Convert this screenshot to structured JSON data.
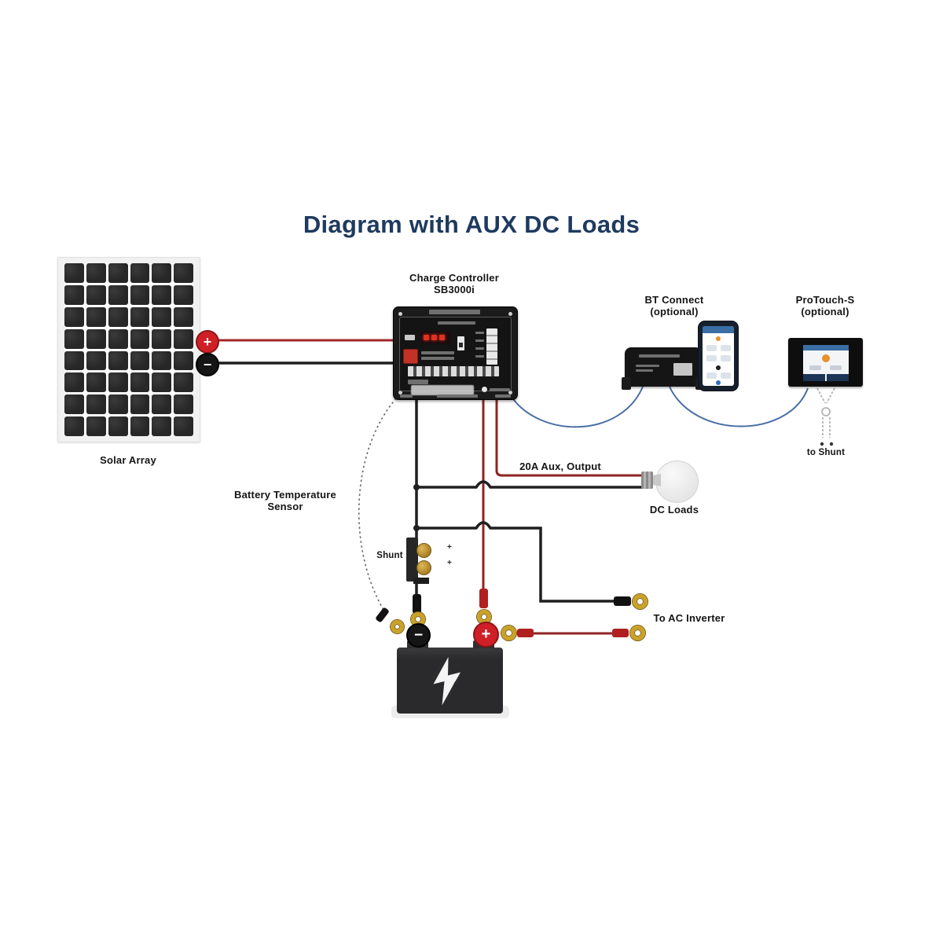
{
  "title": "Diagram with AUX DC Loads",
  "colors": {
    "title_navy": "#1e3a5f",
    "wire_red": "#8f2323",
    "wire_black": "#1f1f1f",
    "wire_blue": "#4a6fa5",
    "terminal_red": "#cf2027",
    "terminal_black": "#151515",
    "brass": "#c9a227",
    "led_red": "#e03020",
    "accent_orange": "#e8912d"
  },
  "solar_array": {
    "label": "Solar Array",
    "cols": 6,
    "rows": 8,
    "positive_symbol": "+",
    "negative_symbol": "−"
  },
  "charge_controller": {
    "label_line1": "Charge Controller",
    "label_line2": "SB3000i"
  },
  "bt_connect": {
    "label_line1": "BT Connect",
    "label_line2": "(optional)"
  },
  "protouch": {
    "label_line1": "ProTouch-S",
    "label_line2": "(optional)",
    "to_shunt_label": "to Shunt"
  },
  "aux_output": {
    "label": "20A Aux, Output"
  },
  "dc_loads": {
    "label": "DC Loads"
  },
  "battery_temp_sensor": {
    "label_line1": "Battery Temperature",
    "label_line2": "Sensor"
  },
  "shunt": {
    "label": "Shunt",
    "mark_top": "+",
    "mark_bottom": "+"
  },
  "ac_inverter": {
    "label": "To AC Inverter"
  },
  "battery": {
    "positive_symbol": "+",
    "negative_symbol": "−"
  }
}
